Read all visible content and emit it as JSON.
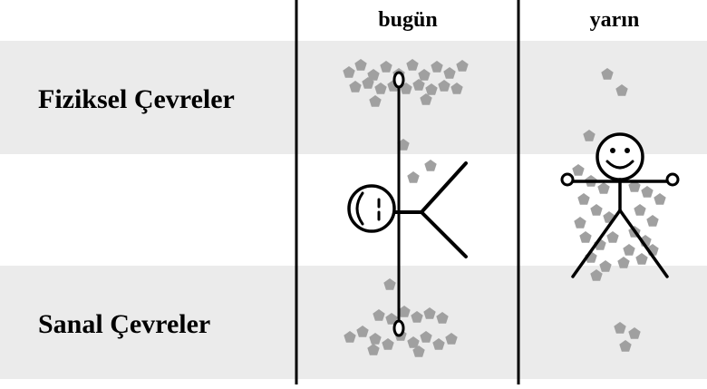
{
  "columns": {
    "today": "bugün",
    "tomorrow": "yarın"
  },
  "rows": {
    "physical": "Fiziksel Çevreler",
    "virtual": "Sanal Çevreler"
  },
  "colors": {
    "band": "#ebebeb",
    "pebble": "#a0a0a0",
    "line": "#000000",
    "background": "#ffffff"
  },
  "figures": {
    "today": "stick-figure-split-icon",
    "tomorrow": "happy-stick-figure-icon",
    "pebble": "pentagon-pebble-icon"
  }
}
